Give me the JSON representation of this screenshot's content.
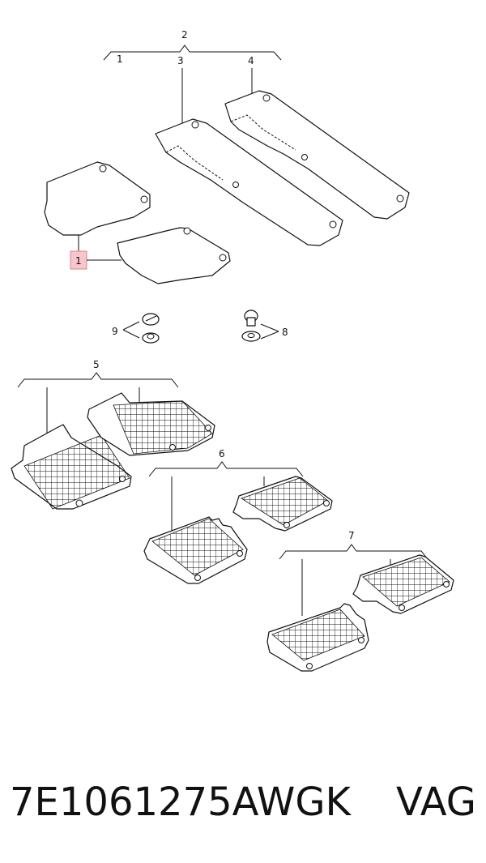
{
  "callouts": {
    "c1": "1",
    "c2": "2",
    "c3": "3",
    "c4": "4",
    "c5": "5",
    "c6": "6",
    "c7": "7",
    "c8": "8",
    "c9": "9",
    "c1_highlight": "1"
  },
  "footer": {
    "part_number": "7E1061275AWGK",
    "brand": "VAG"
  },
  "colors": {
    "highlight_fill": "#f6c6cc",
    "highlight_stroke": "#d9808c",
    "line": "#111111"
  }
}
